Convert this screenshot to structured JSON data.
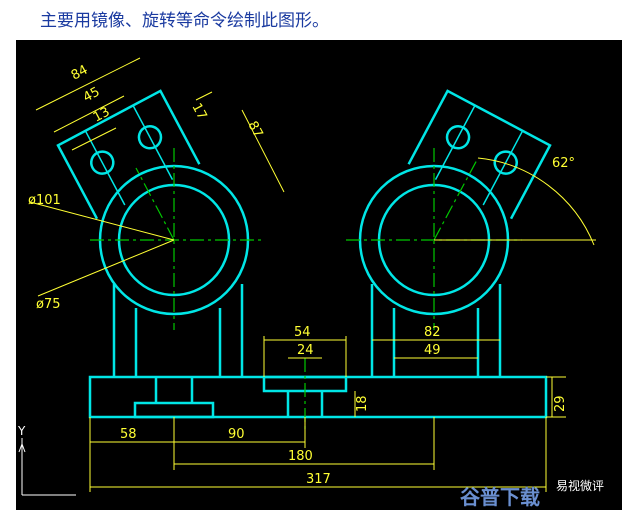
{
  "instruction": "主要用镜像、旋转等命令绘制此图形。",
  "colors": {
    "background": "#000000",
    "outline": "#00e6e6",
    "centerline": "#00c800",
    "dimension": "#ffff33",
    "instruction_text": "#1a3aa0"
  },
  "dimensions": {
    "d84": "84",
    "d45": "45",
    "d13": "13",
    "d17": "17",
    "d87": "87",
    "d101": "ø101",
    "d75": "ø75",
    "angle62": "62°",
    "d54": "54",
    "d24": "24",
    "d82": "82",
    "d49": "49",
    "d18": "18",
    "d29": "29",
    "d58": "58",
    "d90": "90",
    "d180": "180",
    "d317": "317"
  },
  "ucs_label": "Y",
  "watermark": {
    "account": "易视微评",
    "site": "谷普下载"
  }
}
